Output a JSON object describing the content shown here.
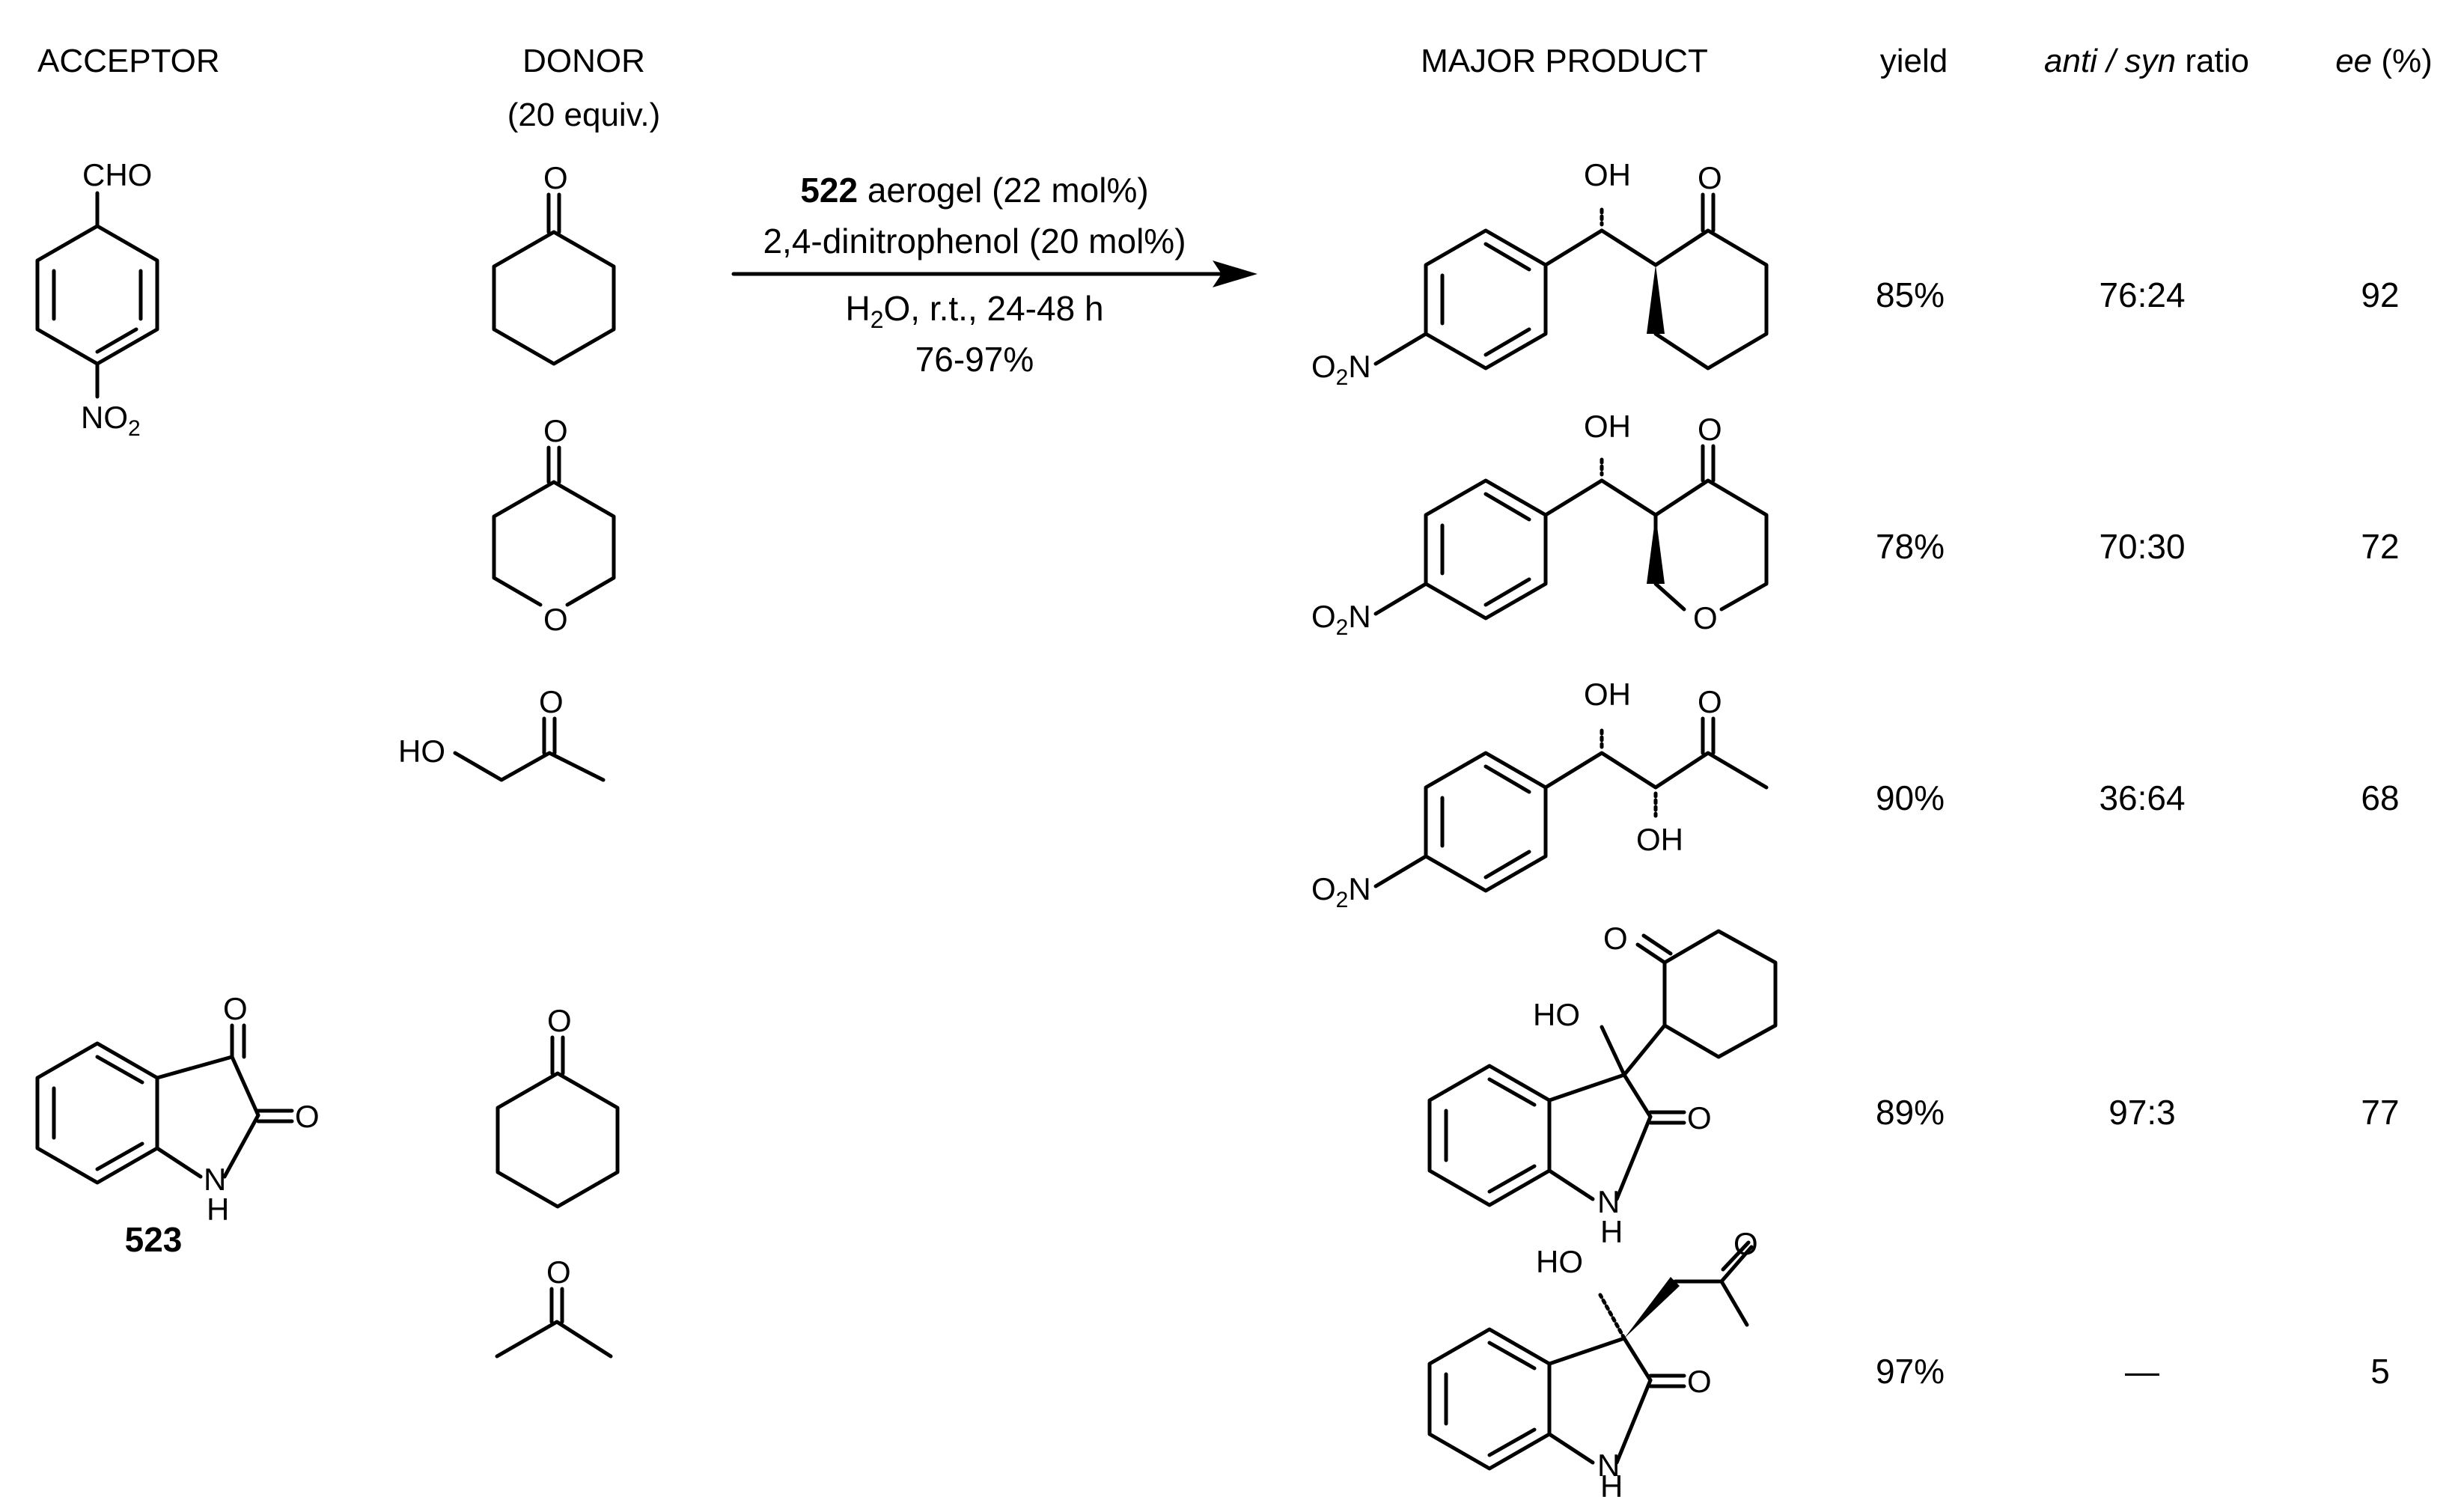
{
  "headers": {
    "acceptor": "ACCEPTOR",
    "donor": "DONOR",
    "donor_equiv": "(20 equiv.)",
    "major_product": "MAJOR PRODUCT",
    "yield": "yield",
    "ratio_anti": "anti",
    "ratio_sep": " / ",
    "ratio_syn": "syn",
    "ratio_word": " ratio",
    "ee_italic": "ee",
    "ee_unit": " (%)"
  },
  "conditions": {
    "catalyst_id": "522",
    "catalyst_rest": " aerogel (22 mol%)",
    "additive": "2,4-dinitrophenol (20 mol%)",
    "solvent_h": "H",
    "solvent_sub": "2",
    "solvent_rest": "O, r.t., 24-48 h",
    "yield_range": "76-97%"
  },
  "acceptor_labels": {
    "cho": "CHO",
    "no2_main": "NO",
    "no2_sub": "2",
    "isatin_id": "523",
    "o": "O",
    "nh_n": "N",
    "nh_h": "H"
  },
  "donor_labels": {
    "o": "O",
    "ho": "HO"
  },
  "product_labels": {
    "oh": "OH",
    "ho": "HO",
    "o": "O",
    "o2n_main": "O",
    "o2n_sub": "2",
    "o2n_n": "N",
    "n": "N",
    "h": "H"
  },
  "rows": [
    {
      "yield": "85%",
      "ratio": "76:24",
      "ee": "92"
    },
    {
      "yield": "78%",
      "ratio": "70:30",
      "ee": "72"
    },
    {
      "yield": "90%",
      "ratio": "36:64",
      "ee": "68"
    },
    {
      "yield": "89%",
      "ratio": "97:3",
      "ee": "77"
    },
    {
      "yield": "97%",
      "ratio": "—",
      "ee": "5"
    }
  ]
}
